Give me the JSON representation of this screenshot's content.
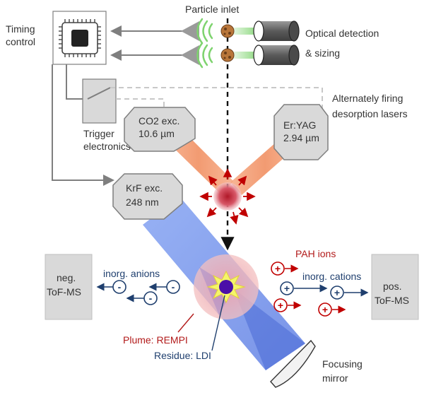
{
  "labels": {
    "timing_control_1": "Timing",
    "timing_control_2": "control",
    "particle_inlet": "Particle inlet",
    "optical_1": "Optical detection",
    "optical_2": "& sizing",
    "alt_lasers_1": "Alternately firing",
    "alt_lasers_2": "desorption lasers",
    "trigger_1": "Trigger",
    "trigger_2": "electronics",
    "co2_1": "CO2 exc.",
    "co2_2": "10.6 µm",
    "eryag_1": "Er:YAG",
    "eryag_2": "2.94 µm",
    "krf_1": "KrF exc.",
    "krf_2": "248 nm",
    "neg_tof_1": "neg.",
    "neg_tof_2": "ToF-MS",
    "pos_tof_1": "pos.",
    "pos_tof_2": "ToF-MS",
    "inorg_anions": "inorg. anions",
    "inorg_cations": "inorg. cations",
    "pah_ions": "PAH ions",
    "plume": "Plume: REMPI",
    "residue": "Residue: LDI",
    "focusing_1": "Focusing",
    "focusing_2": "mirror"
  },
  "ions": {
    "anion_symbol": "-",
    "cation_symbol": "+"
  },
  "colors": {
    "gray_box": "#d9d9d9",
    "uv_beam": "#5a7fe6",
    "ir_beam": "#f08a5a",
    "plume": "#f2a0a0",
    "red_text": "#b21a1a",
    "blue_text": "#1f3f6e",
    "ion_red": "#c00000",
    "ion_blue": "#1f3f6e"
  },
  "icons": [
    "chip-icon",
    "particle-icon",
    "detector-cylinder-icon",
    "laser-icon",
    "mirror-icon"
  ]
}
